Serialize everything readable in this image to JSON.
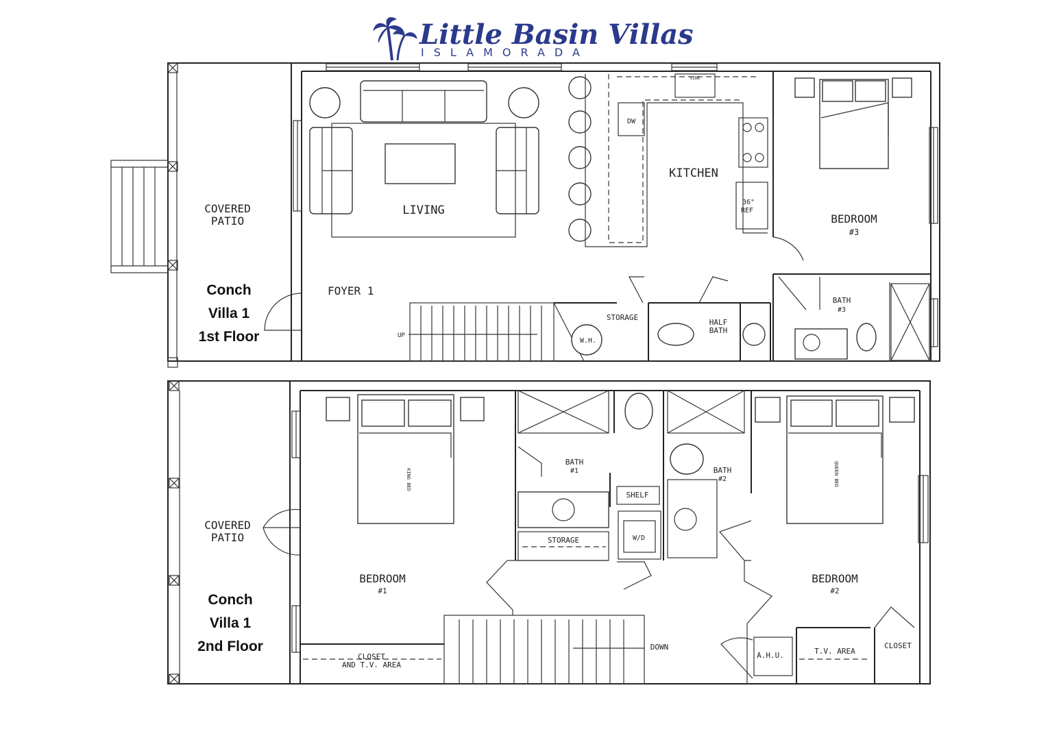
{
  "header": {
    "brand_name": "Little Basin Villas",
    "brand_location": "ISLAMORADA",
    "logo_icon": "palm-tree-icon",
    "brand_color": "#2b3a8c"
  },
  "first_floor": {
    "villa_label": [
      "Conch",
      "Villa 1",
      "1st Floor"
    ],
    "rooms": {
      "covered_patio": [
        "COVERED",
        "PATIO"
      ],
      "living": "LIVING",
      "kitchen": "KITCHEN",
      "bedroom3": [
        "BEDROOM",
        "#3"
      ],
      "foyer": "FOYER 1",
      "storage": "STORAGE",
      "half_bath": [
        "HALF",
        "BATH"
      ],
      "bath3": [
        "BATH",
        "#3"
      ]
    },
    "fixtures": {
      "dw": "DW",
      "ref": [
        "36\"",
        "REF"
      ],
      "wh": "W.H.",
      "up": "UP",
      "sink": "SINK"
    }
  },
  "second_floor": {
    "villa_label": [
      "Conch",
      "Villa 1",
      "2nd Floor"
    ],
    "rooms": {
      "covered_patio": [
        "COVERED",
        "PATIO"
      ],
      "bedroom1": [
        "BEDROOM",
        "#1"
      ],
      "bedroom2": [
        "BEDROOM",
        "#2"
      ],
      "bath1": [
        "BATH",
        "#1"
      ],
      "bath2": [
        "BATH",
        "#2"
      ],
      "shelf": "SHELF",
      "storage": "STORAGE",
      "wd": "W/D",
      "closet_tv": [
        "CLOSET",
        "AND T.V. AREA"
      ],
      "down": "DOWN",
      "ahu": "A.H.U.",
      "tv_area": "T.V. AREA",
      "closet": "CLOSET"
    },
    "fixtures": {
      "bed1": "KING BED",
      "bed2": "QUEEN BED"
    }
  }
}
